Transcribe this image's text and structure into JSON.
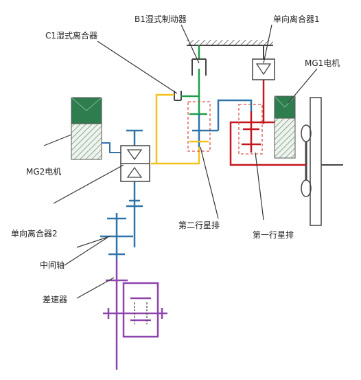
{
  "labels": {
    "b1": "B1湿式制动器",
    "owc1": "单向离合器1",
    "c1": "C1湿式离合器",
    "mg1": "MG1电机",
    "mg2": "MG2电机",
    "ps2": "第二行星排",
    "ps1": "第一行星排",
    "owc2": "单向离合器2",
    "countershaft": "中间轴",
    "differential": "差速器"
  },
  "colors": {
    "motor_green": "#2e7d4f",
    "yellow_path": "#f2c21a",
    "blue_shaft": "#2f73a8",
    "red_path": "#c4161c",
    "green_brake": "#1f9e4a",
    "purple_diff": "#8e44ad",
    "dashed_box": "#d9534f"
  }
}
